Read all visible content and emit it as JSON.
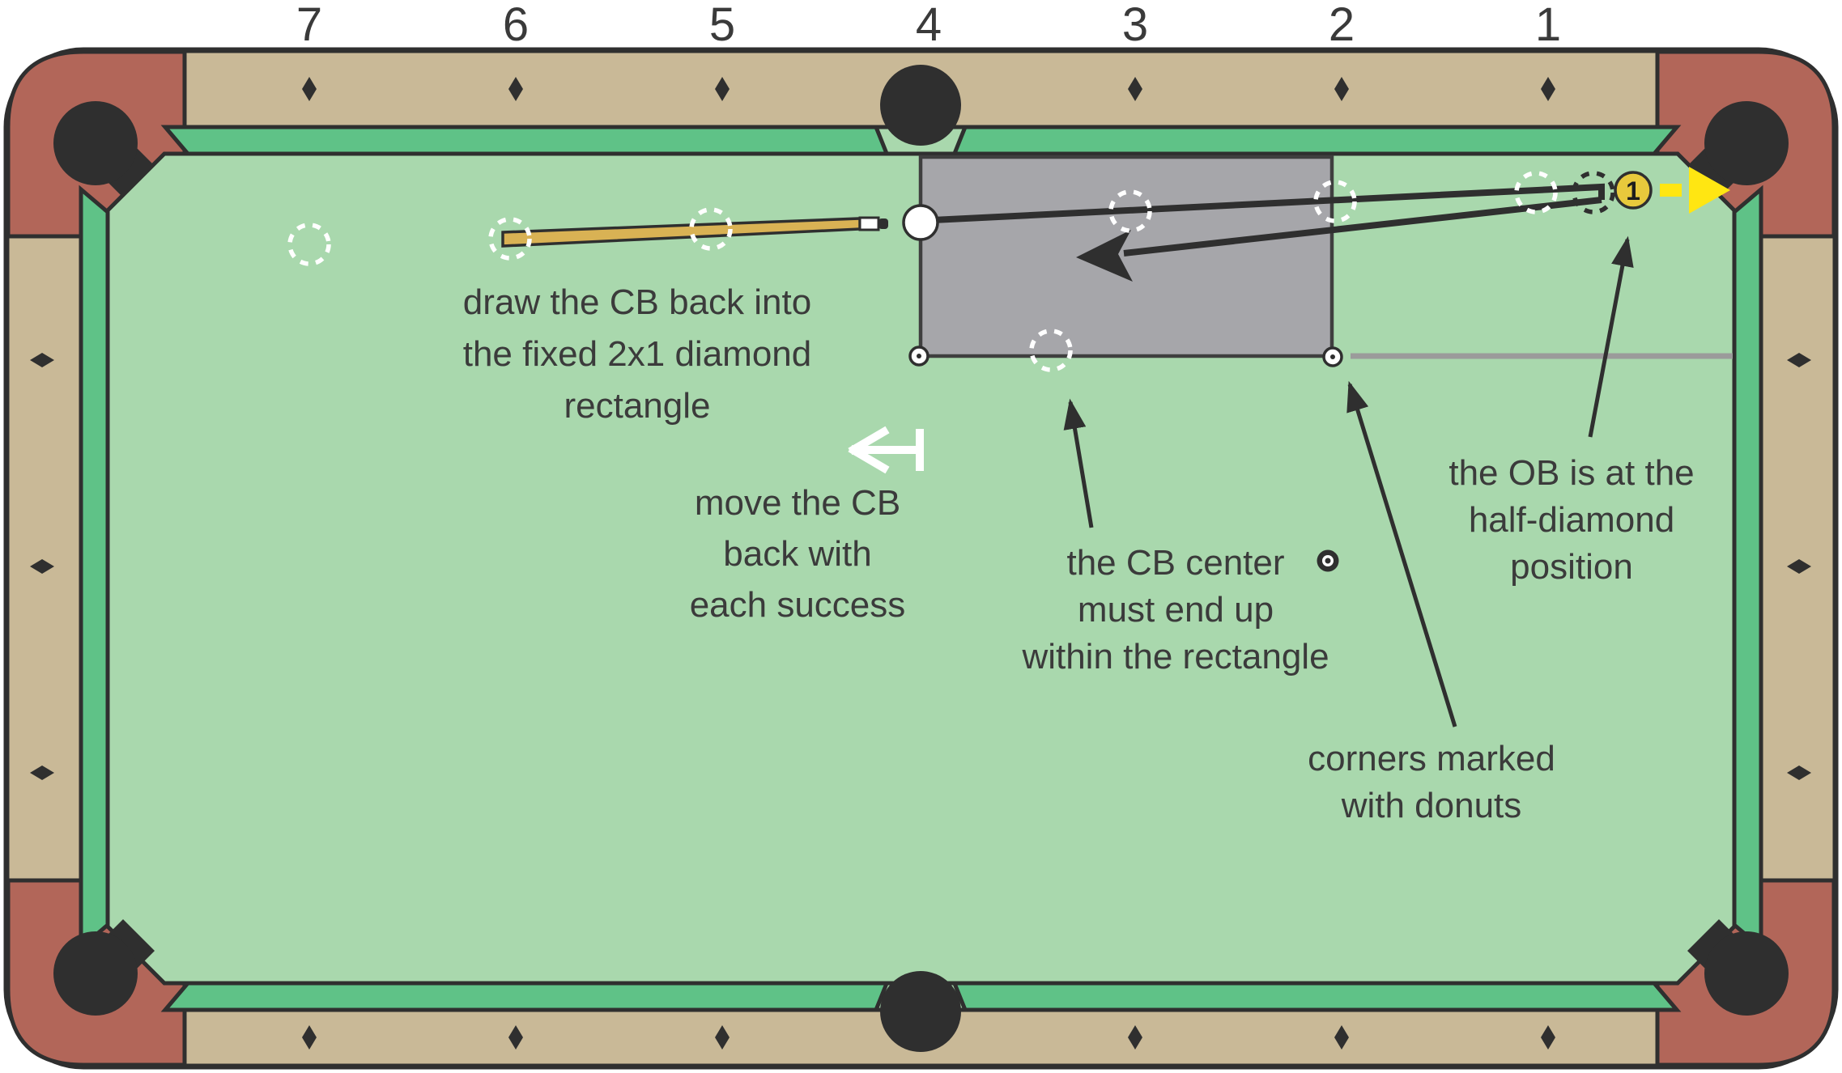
{
  "diagram": {
    "title_labels": {
      "diamond_labels": [
        "7",
        "6",
        "5",
        "4",
        "3",
        "2",
        "1"
      ]
    },
    "annotations": {
      "draw": {
        "lines": [
          "draw the CB back into",
          "the fixed 2x1 diamond",
          "rectangle"
        ]
      },
      "move": {
        "lines": [
          "move the CB",
          "back with",
          "each success"
        ]
      },
      "cb_center": {
        "lines": [
          "the CB center",
          "must end up",
          "within the rectangle"
        ]
      },
      "ob": {
        "lines": [
          "the OB is at the",
          "half-diamond",
          "position"
        ]
      },
      "corners": {
        "lines": [
          "corners marked",
          "with donuts"
        ]
      }
    },
    "balls": {
      "object_ball_label": "1"
    },
    "icons": {
      "ghost_ball_markers": 7,
      "donut_markers": 3,
      "shot_direction": "left-draw-arrow",
      "ob_direction": "right-yellow-arrow"
    },
    "colors": {
      "felt": "#a9d8ad",
      "cushion": "#5fc287",
      "rail": "#c9b997",
      "corner_caps": "#b26659",
      "pocket": "#2f2f2f",
      "target_rectangle": "#a6a6aa",
      "target_rectangle_border": "#3f3f3f",
      "reference_line_gray": "#9b9b9b",
      "cue_shaft": "#d9b254",
      "object_ball": "#e8c93c",
      "yellow_arrow": "#ffe612",
      "line_dark": "#2f2f2f",
      "text": "#3b3b3b",
      "ghost_white": "#ffffff"
    }
  }
}
